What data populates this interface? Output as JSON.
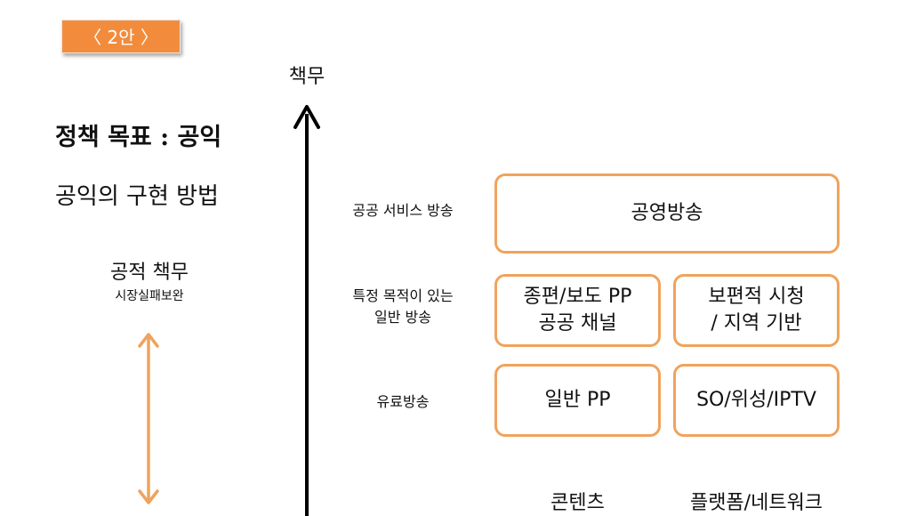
{
  "badge": "〈 2안 〉",
  "axis_title": "책무",
  "goal": "정책 목표 : 공익",
  "method": "공익의 구현 방법",
  "duty": {
    "label": "공적 책무",
    "sub": "시장실패보완"
  },
  "rows": [
    {
      "label": "공공 서비스 방송"
    },
    {
      "label": "특정 목적이 있는\n일반 방송"
    },
    {
      "label": "유료방송"
    }
  ],
  "boxes": {
    "public": "공영방송",
    "general_content": "종편/보도 PP\n공공 채널",
    "general_platform": "보편적 시청\n/ 지역 기반",
    "paid_content": "일반 PP",
    "paid_platform": "SO/위성/IPTV"
  },
  "columns": {
    "content": "콘텐츠",
    "platform": "플랫폼/네트워크"
  },
  "colors": {
    "accent": "#f28c3c",
    "box_border": "#f0a35c",
    "arrow_orange": "#f0a35c",
    "axis": "#000000"
  }
}
